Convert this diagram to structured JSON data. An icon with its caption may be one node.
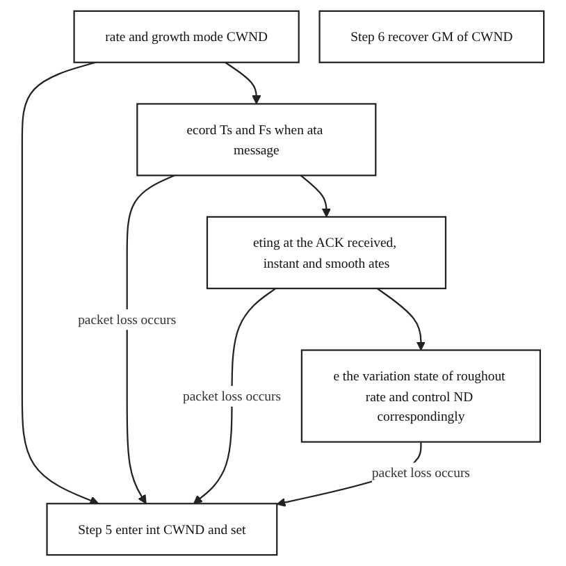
{
  "diagram": {
    "nodes": [
      {
        "text": [
          "rate and growth mode CWND"
        ]
      },
      {
        "text": [
          "ecord Ts and Fs when ata message"
        ]
      },
      {
        "text": [
          "eting at the ACK received, instant and smooth ates"
        ]
      },
      {
        "text": [
          "e the variation state of roughout rate and control ND correspondingly"
        ]
      },
      {
        "text": [
          "Step 5 enter int CWND and set"
        ]
      },
      {
        "text": [
          "Step 6 recover GM of CWND"
        ]
      }
    ],
    "edges": [
      {
        "from": 0,
        "to": 1,
        "arrow": "to"
      },
      {
        "from": 1,
        "to": 2,
        "arrow": "to"
      },
      {
        "from": 2,
        "to": 3,
        "arrow": "to"
      },
      {
        "from": 0,
        "to": 4,
        "arrow": "to"
      },
      {
        "from": 1,
        "to": 4,
        "arrow": "to",
        "label": "packet loss occurs"
      },
      {
        "from": 2,
        "to": 4,
        "arrow": "to",
        "label": "packet loss occurs"
      },
      {
        "from": 3,
        "to": 4,
        "arrow": "to",
        "label": "packet loss occurs"
      }
    ]
  }
}
